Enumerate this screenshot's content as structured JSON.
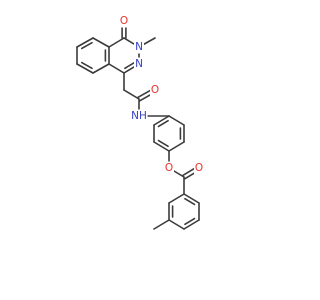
{
  "molecule": {
    "colors": {
      "bond": "#3b3b3b",
      "O": "#e8322b",
      "N": "#3740c8",
      "background": "#ffffff"
    },
    "atoms": [
      {
        "id": "O_ketone",
        "element": "O",
        "text": "O"
      },
      {
        "id": "N_methyl",
        "element": "N",
        "text": "N"
      },
      {
        "id": "N_ring",
        "element": "N",
        "text": "N"
      },
      {
        "id": "O_amide",
        "element": "O",
        "text": "O"
      },
      {
        "id": "N_amide",
        "element": "N",
        "text": "NH"
      },
      {
        "id": "O_ester_link",
        "element": "O",
        "text": "O"
      },
      {
        "id": "O_ester_carbonyl",
        "element": "O",
        "text": "O"
      }
    ]
  }
}
